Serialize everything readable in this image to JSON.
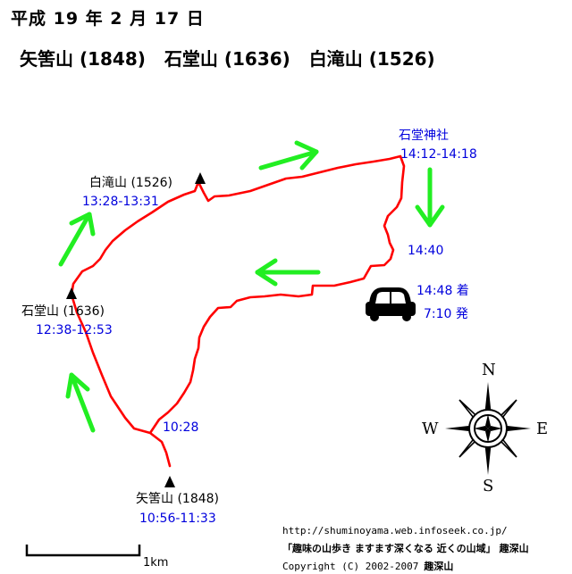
{
  "header": {
    "date": "平成 19 年 2 月 17 日",
    "peaks": [
      "矢筈山 (1848)",
      "石堂山 (1636)",
      "白滝山 (1526)"
    ]
  },
  "colors": {
    "route": "#ff0000",
    "arrows": "#22ee22",
    "time_text": "#0000dd",
    "label_text": "#000000"
  },
  "waypoints": {
    "shirataki": {
      "name": "白滝山 (1526)",
      "time": "13:28-13:31",
      "icon": "summit-triangle-icon"
    },
    "ishido": {
      "name": "石堂山 (1636)",
      "time": "12:38-12:53",
      "icon": "summit-triangle-icon"
    },
    "yahazu": {
      "name": "矢筈山 (1848)",
      "time": "10:56-11:33",
      "icon": "summit-triangle-icon"
    },
    "shrine": {
      "name": "石堂神社",
      "time": "14:12-14:18"
    },
    "checkpoint_1440": {
      "time": "14:40"
    },
    "checkpoint_1028": {
      "time": "10:28"
    }
  },
  "car": {
    "icon": "car-icon",
    "arrive": "14:48 着",
    "depart": "7:10 発"
  },
  "compass": {
    "icon": "compass-rose-icon",
    "n": "N",
    "s": "S",
    "e": "E",
    "w": "W"
  },
  "scale": {
    "label": "1km"
  },
  "credits": {
    "url": "http://shuminoyama.web.infoseek.co.jp/",
    "site": "「趣味の山歩き ますます深くなる 近くの山域」",
    "site_author": "趣深山",
    "copyright": "Copyright (C) 2002-2007",
    "copyright_author": "趣深山"
  }
}
